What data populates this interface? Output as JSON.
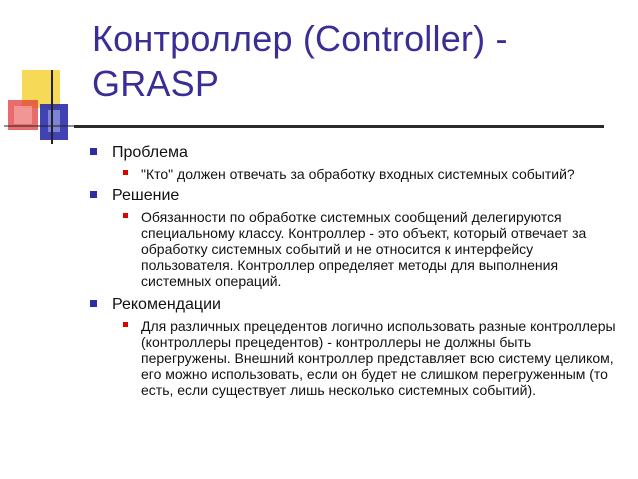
{
  "slide": {
    "title": "Контроллер (Controller) - GRASP",
    "sections": [
      {
        "heading": "Проблема",
        "items": [
          "\"Кто\" должен отвечать за обработку входных системных событий?"
        ]
      },
      {
        "heading": "Решение",
        "items": [
          "Обязанности по обработке системных сообщений делегируются специальному классу. Контроллер - это объект, который отвечает за обработку системных событий и не относится к интерфейсу пользователя. Контроллер определяет методы для выполнения системных операций."
        ]
      },
      {
        "heading": "Рекомендации",
        "items": [
          "Для различных прецедентов логично использовать разные контроллеры (контроллеры прецедентов) - контроллеры не должны быть перегружены. Внешний контроллер представляет всю систему целиком, его можно использовать, если он будет не слишком перегруженным (то есть, если существует лишь несколько системных событий)."
        ]
      }
    ]
  },
  "colors": {
    "title": "#3a2e96",
    "level1_bullet": "#2e2e9e",
    "level2_bullet": "#e00000",
    "decor_yellow": "#f5d23a",
    "decor_red": "#e23b3b",
    "decor_blue": "#2b2fa8"
  },
  "icons": {
    "logo": "colored-squares-decoration",
    "level1_bullet": "square-bullet-blue",
    "level2_bullet": "square-bullet-red"
  }
}
